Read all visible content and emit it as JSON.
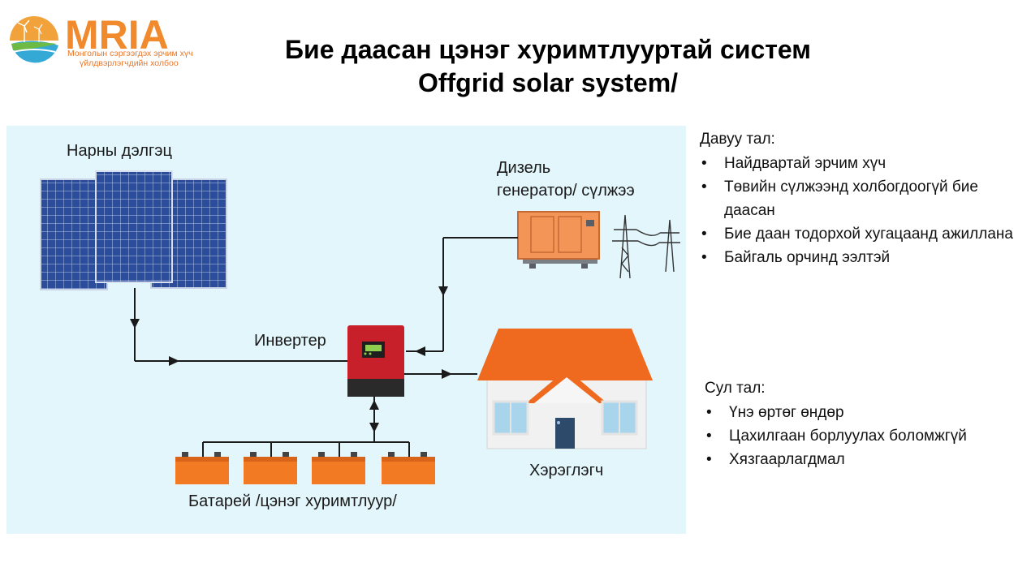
{
  "logo": {
    "brand": "MRIA",
    "line1": "Монголын сэргээгдэх эрчим хүч",
    "line2": "үйлдвэрлэгчдийн холбоо"
  },
  "title": {
    "line1": "Бие даасан цэнэг хуримтлууртай систем",
    "line2": "Offgrid solar system/"
  },
  "diagram": {
    "solar_label": "Нарны дэлгэц",
    "diesel_label_1": "Дизель",
    "diesel_label_2": "генератор/ сүлжээ",
    "inverter_label": "Инвертер",
    "consumer_label": "Хэрэглэгч",
    "battery_label": "Батарей /цэнэг хуримтлуур/"
  },
  "advantages": {
    "heading": "Давуу тал:",
    "items": [
      "Найдвартай эрчим хүч",
      "Төвийн сүлжээнд холбогдоогүй бие даасан",
      "Бие даан тодорхой хугацаанд ажиллана",
      "Байгаль орчинд ээлтэй"
    ]
  },
  "disadvantages": {
    "heading": "Сул тал:",
    "items": [
      "Үнэ өртөг өндөр",
      "Цахилгаан борлуулах боломжгүй",
      "Хязгаарлагдмал"
    ]
  },
  "colors": {
    "brand_orange": "#f08a2c",
    "roof_orange": "#ef6a1e",
    "battery_orange": "#f27a22",
    "inverter_red": "#c8202a",
    "panel_blue": "#2c4d9c",
    "diagram_bg": "#e3f6fc"
  }
}
